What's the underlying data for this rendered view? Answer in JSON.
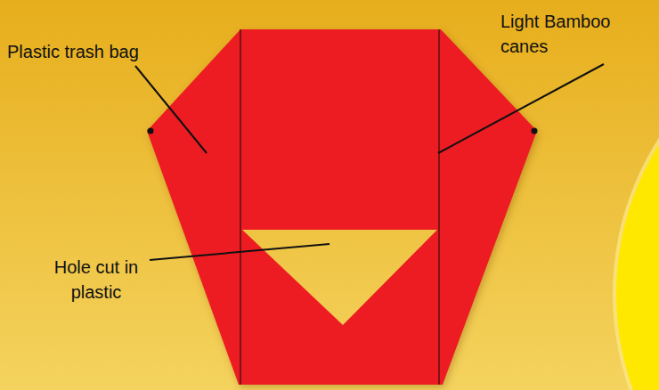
{
  "diagram": {
    "labels": [
      "Plastic trash bag",
      "Light Bamboo canes",
      "Hole cut in plastic"
    ]
  }
}
